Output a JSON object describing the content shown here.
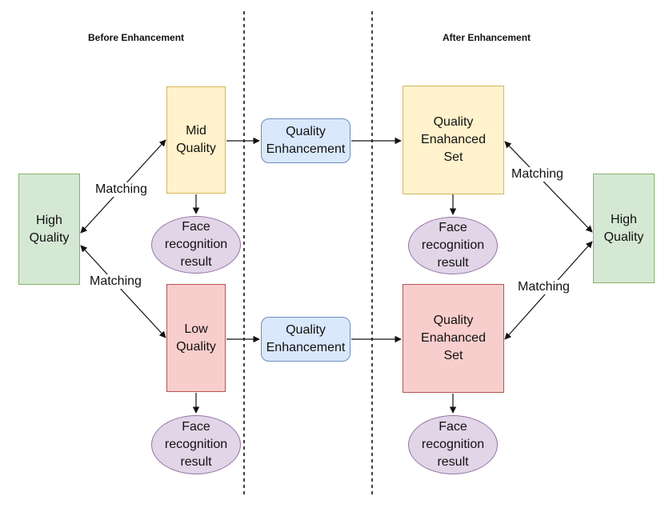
{
  "headings": {
    "before": "Before Enhancement",
    "after": "After Enhancement"
  },
  "nodes": {
    "hq_left": "High\nQuality",
    "mid_quality": "Mid\nQuality",
    "low_quality": "Low\nQuality",
    "enh_top": "Quality\nEnhancement",
    "enh_bottom": "Quality\nEnhancement",
    "set_top": "Quality\nEnahanced\nSet",
    "set_bottom": "Quality\nEnahanced\nSet",
    "hq_right": "High\nQuality",
    "frr_mid": "Face\nrecognition\nresult",
    "frr_low": "Face\nrecognition\nresult",
    "frr_set_top": "Face\nrecognition\nresult",
    "frr_set_bottom": "Face\nrecognition\nresult"
  },
  "edge_labels": {
    "left_top": "Matching",
    "left_bottom": "Matching",
    "right_top": "Matching",
    "right_bottom": "Matching"
  },
  "colors": {
    "green_fill": "#d5e8d4",
    "green_stroke": "#82b366",
    "yellow_fill": "#fff2cc",
    "yellow_stroke": "#d6b656",
    "red_fill": "#f8cecc",
    "red_stroke": "#b85450",
    "blue_fill": "#dae8fc",
    "blue_stroke": "#6c8ebf",
    "purple_fill": "#e1d5e7",
    "purple_stroke": "#9673a6",
    "line": "#111111"
  }
}
